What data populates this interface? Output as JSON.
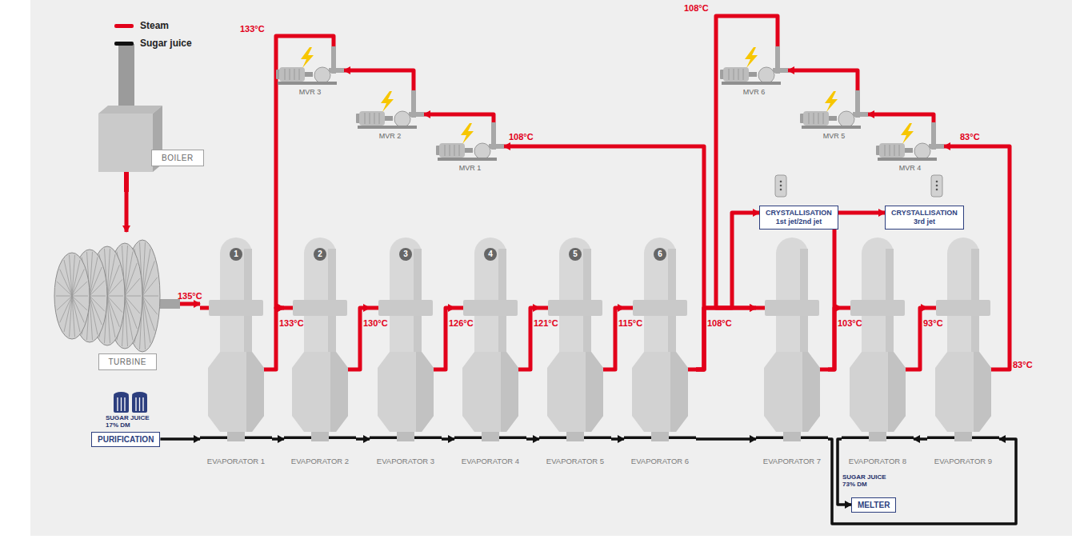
{
  "diagram": {
    "nodes": [
      {
        "text": [
          "BOILER"
        ]
      },
      {
        "text": [
          "TURBINE"
        ]
      },
      {
        "text": [
          "PURIFICATION"
        ]
      },
      {
        "text": [
          "MVR 3"
        ]
      },
      {
        "text": [
          "MVR 2"
        ]
      },
      {
        "text": [
          "MVR 1"
        ]
      },
      {
        "text": [
          "MVR 6"
        ]
      },
      {
        "text": [
          "MVR 5"
        ]
      },
      {
        "text": [
          "MVR 4"
        ]
      },
      {
        "text": [
          "CRYSTALLISATION",
          "1st jet/2nd jet"
        ]
      },
      {
        "text": [
          "CRYSTALLISATION",
          "3rd jet"
        ]
      },
      {
        "text": [
          "1",
          "EVAPORATOR 1"
        ]
      },
      {
        "text": [
          "2",
          "EVAPORATOR 2"
        ]
      },
      {
        "text": [
          "3",
          "EVAPORATOR 3"
        ]
      },
      {
        "text": [
          "4",
          "EVAPORATOR 4"
        ]
      },
      {
        "text": [
          "5",
          "EVAPORATOR 5"
        ]
      },
      {
        "text": [
          "6",
          "EVAPORATOR 6"
        ]
      },
      {
        "text": [
          "EVAPORATOR 7"
        ]
      },
      {
        "text": [
          "EVAPORATOR 8"
        ]
      },
      {
        "text": [
          "EVAPORATOR 9"
        ]
      },
      {
        "text": [
          "MELTER"
        ]
      }
    ],
    "edges": [
      {
        "from": 0,
        "to": 1,
        "arrow": "to"
      },
      {
        "from": 1,
        "to": 11,
        "arrow": "to"
      },
      {
        "from": 11,
        "to": 12,
        "arrow": "to"
      },
      {
        "from": 3,
        "to": 12,
        "arrow": "to"
      },
      {
        "from": 4,
        "to": 3,
        "arrow": "to"
      },
      {
        "from": 5,
        "to": 4,
        "arrow": "to"
      },
      {
        "from": 16,
        "to": 5,
        "arrow": "to"
      },
      {
        "from": 12,
        "to": 13,
        "arrow": "to"
      },
      {
        "from": 13,
        "to": 14,
        "arrow": "to"
      },
      {
        "from": 14,
        "to": 15,
        "arrow": "to"
      },
      {
        "from": 15,
        "to": 16,
        "arrow": "to"
      },
      {
        "from": 16,
        "to": 17,
        "arrow": "to"
      },
      {
        "from": 16,
        "to": 9,
        "arrow": "to"
      },
      {
        "from": 6,
        "to": 17,
        "arrow": "to"
      },
      {
        "from": 7,
        "to": 6,
        "arrow": "to"
      },
      {
        "from": 8,
        "to": 7,
        "arrow": "to"
      },
      {
        "from": 19,
        "to": 8,
        "arrow": "to"
      },
      {
        "from": 17,
        "to": 18,
        "arrow": "to"
      },
      {
        "from": 17,
        "to": 10,
        "arrow": "to"
      },
      {
        "from": 18,
        "to": 19,
        "arrow": "to"
      },
      {
        "from": 2,
        "to": 11,
        "arrow": "to"
      },
      {
        "from": 11,
        "to": 12,
        "arrow": "to"
      },
      {
        "from": 12,
        "to": 13,
        "arrow": "to"
      },
      {
        "from": 13,
        "to": 14,
        "arrow": "to"
      },
      {
        "from": 14,
        "to": 15,
        "arrow": "to"
      },
      {
        "from": 15,
        "to": 16,
        "arrow": "to"
      },
      {
        "from": 16,
        "to": 17,
        "arrow": "to"
      },
      {
        "from": 17,
        "to": 19,
        "arrow": "to"
      },
      {
        "from": 19,
        "to": 18,
        "arrow": "to"
      },
      {
        "from": 18,
        "to": 20,
        "arrow": "to"
      }
    ],
    "labels": [
      "133°C",
      "108°C",
      "108°C",
      "83°C",
      "135°C",
      "133°C",
      "130°C",
      "126°C",
      "121°C",
      "115°C",
      "108°C",
      "103°C",
      "93°C",
      "83°C",
      "SUGAR JUICE 17% DM",
      "SUGAR JUICE 73% DM"
    ],
    "legend": [
      {
        "text": "Steam",
        "color": "#e2001a"
      },
      {
        "text": "Sugar juice",
        "color": "#111111"
      }
    ]
  }
}
